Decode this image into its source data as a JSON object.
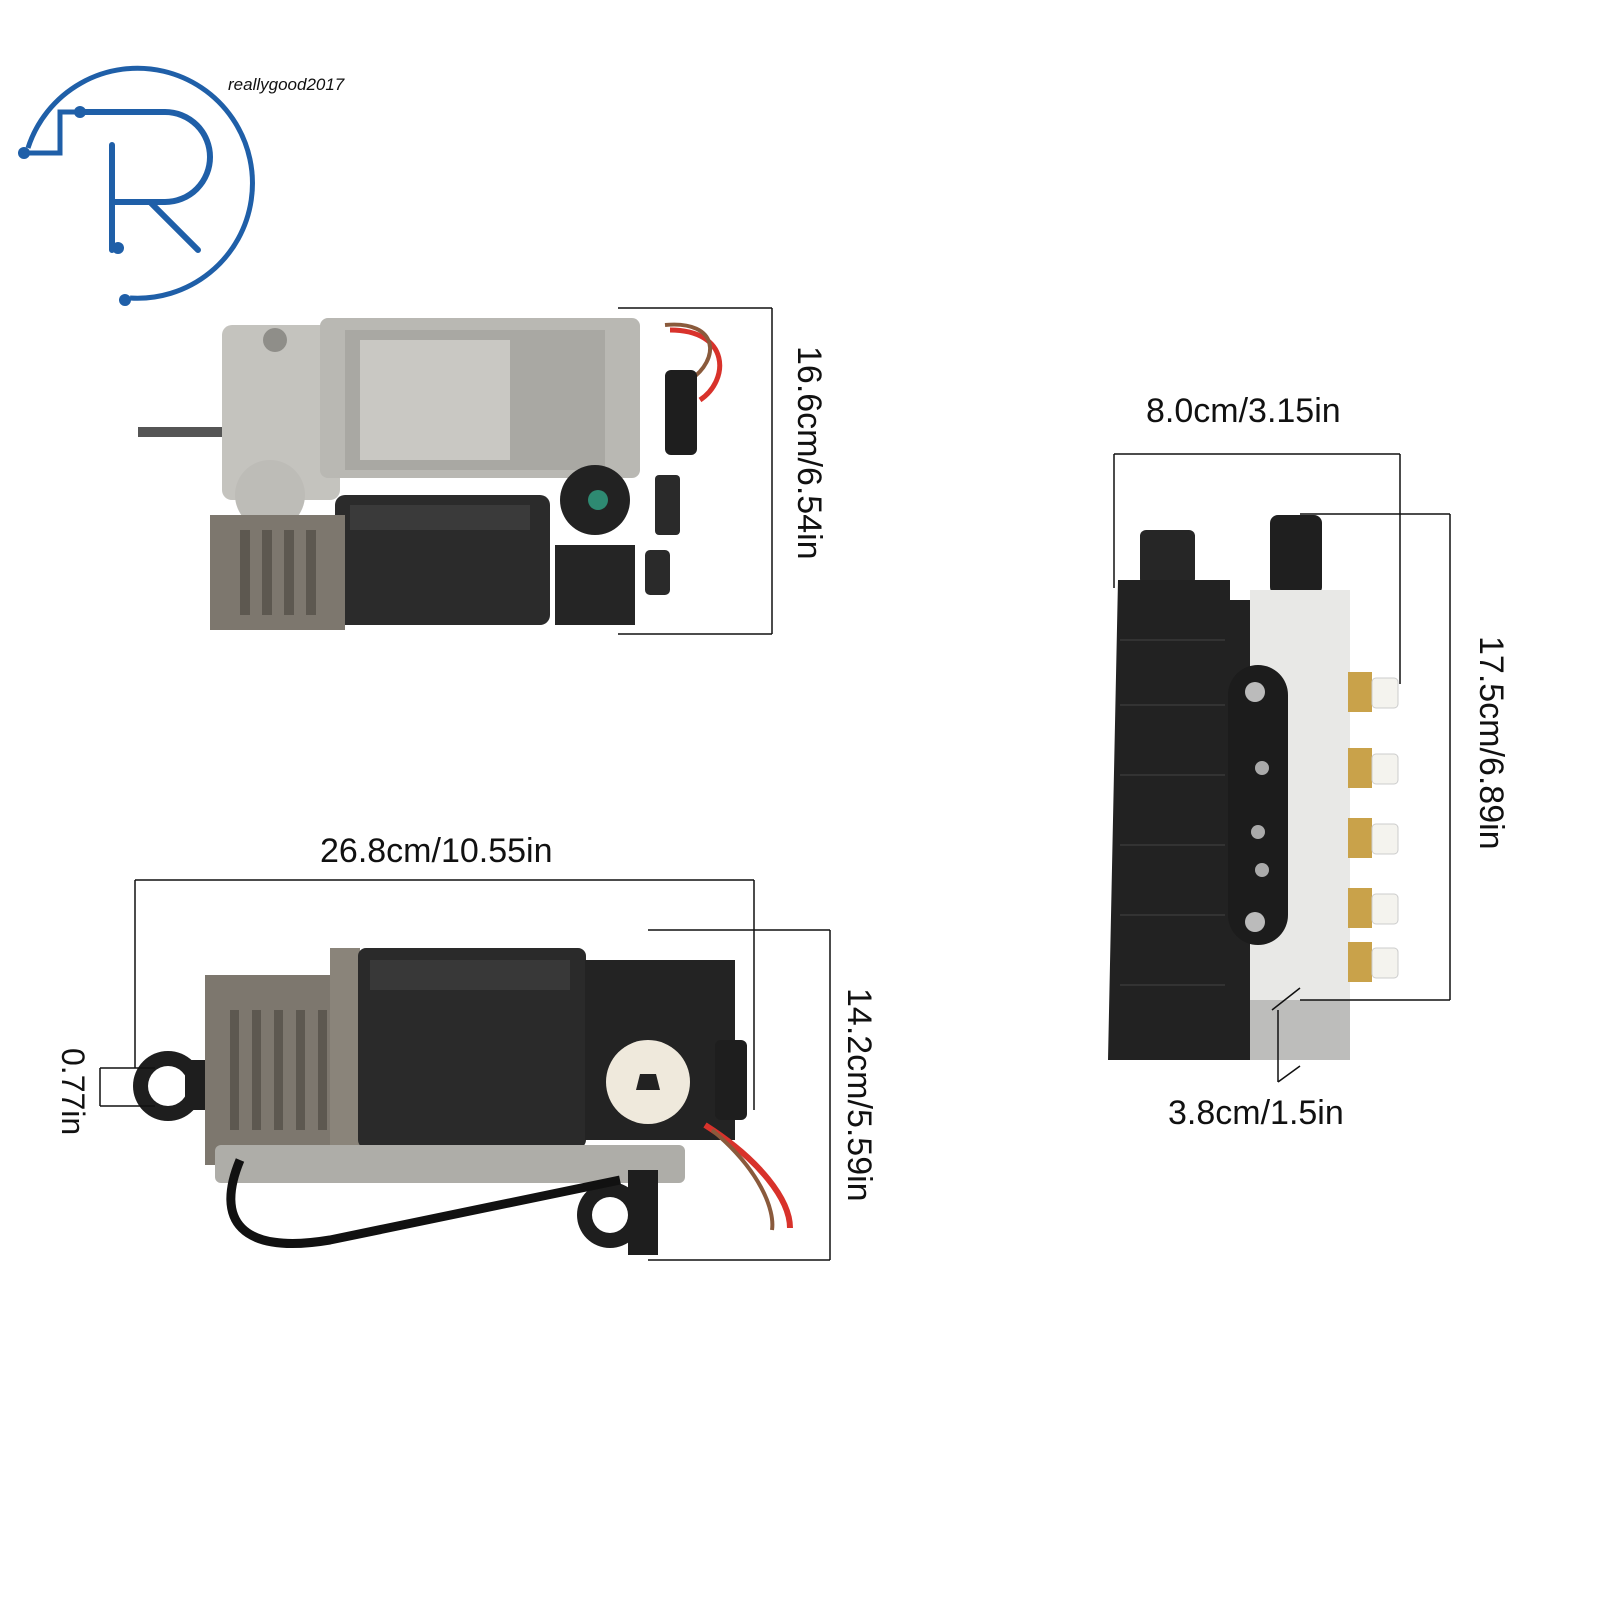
{
  "brand": {
    "watermark": "reallygood2017",
    "logo_letter": "R",
    "logo_color": "#1f5fa8"
  },
  "dimensions": {
    "top_compressor_height": "16.6cm/6.54in",
    "bottom_compressor_length": "26.8cm/10.55in",
    "bottom_compressor_height": "14.2cm/5.59in",
    "bottom_bracket_hole": "0.77in",
    "valve_block_width": "8.0cm/3.15in",
    "valve_block_height": "17.5cm/6.89in",
    "valve_block_depth": "3.8cm/1.5in"
  },
  "colors": {
    "dimension_line": "#111111",
    "compressor_silver": "#b9b8b3",
    "compressor_black": "#2b2b2b",
    "valve_block_black": "#222222",
    "brass": "#c9a24a",
    "wire_red": "#d8322b"
  }
}
